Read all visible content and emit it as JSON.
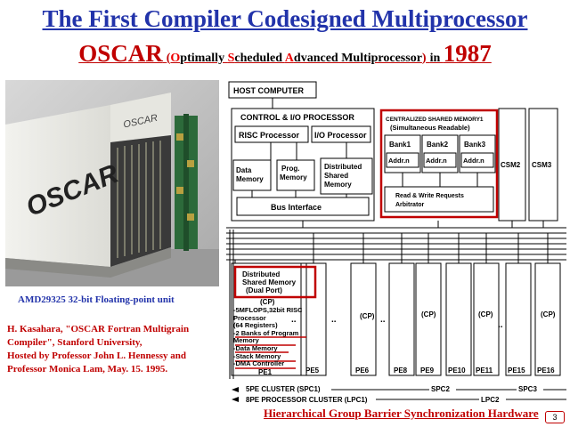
{
  "title": {
    "line1": "The First Compiler Codesigned Multiprocessor"
  },
  "subtitle": {
    "name": "OSCAR",
    "open": "(",
    "o_cap": "O",
    "o_rest": "ptimally ",
    "s_cap": "S",
    "s_rest": "cheduled ",
    "a_cap": "A",
    "a_rest": "dvanced Multiprocessor",
    "close": ")",
    "in": " in ",
    "year": "1987"
  },
  "photo": {
    "brand": "OSCAR",
    "badge": "OSCAR",
    "caption": "AMD29325 32-bit Floating-point unit"
  },
  "reference": {
    "lines": [
      "H. Kasahara, \"OSCAR Fortran Multigrain",
      "Compiler\", Stanford University,",
      "Hosted by  Professor John L. Hennessy and",
      "Professor Monica Lam, May. 15. 1995."
    ]
  },
  "diagram": {
    "host": "HOST COMPUTER",
    "cp": "CONTROL & I/O PROCESSOR",
    "risc": "RISC Processor",
    "io": "I/O Processor",
    "data_mem": [
      "Data",
      "Memory"
    ],
    "prog_mem": [
      "Prog.",
      "Memory"
    ],
    "dist_mem": [
      "Distributed",
      "Shared",
      "Memory"
    ],
    "bus": "Bus   Interface",
    "csm1": [
      "CENTRALIZED SHARED MEMORY1",
      "(Simultaneous Readable)"
    ],
    "banks": [
      "Bank1",
      "Bank2",
      "Bank3"
    ],
    "addr": "Addr.n",
    "rw": [
      "Read & Write Requests",
      "Arbitrator"
    ],
    "csm2": "CSM2",
    "csm3": "CSM3",
    "pe_dsm": [
      "Distributed",
      "Shared Memory",
      "(Dual Port)"
    ],
    "pe_cp": "(CP)",
    "pe_spec": [
      "-5MFLOPS,32bit RISC",
      "  Processor",
      "  (64  Registers)",
      "-2 Banks of Program",
      "  Memory",
      "-Data Memory",
      "-Stack Memory",
      "-DMA Controller"
    ],
    "pe1": "PE1",
    "cp_labels": [
      "(CP)",
      "(CP)",
      "(CP)",
      "(CP)"
    ],
    "pe_labels": [
      "PE5",
      "PE6",
      "PE8",
      "PE9",
      "PE10",
      "PE11",
      "PE15",
      "PE16"
    ],
    "dots": "..",
    "spc1": "5PE CLUSTER (SPC1)",
    "spc2": "SPC2",
    "spc3": "SPC3",
    "lpc1": "8PE PROCESSOR CLUSTER (LPC1)",
    "lpc2": "LPC2"
  },
  "footer": {
    "text": "Hierarchical Group Barrier Synchronization Hardware",
    "page": "3"
  },
  "colors": {
    "title_blue": "#2233aa",
    "accent_red": "#c00000"
  }
}
